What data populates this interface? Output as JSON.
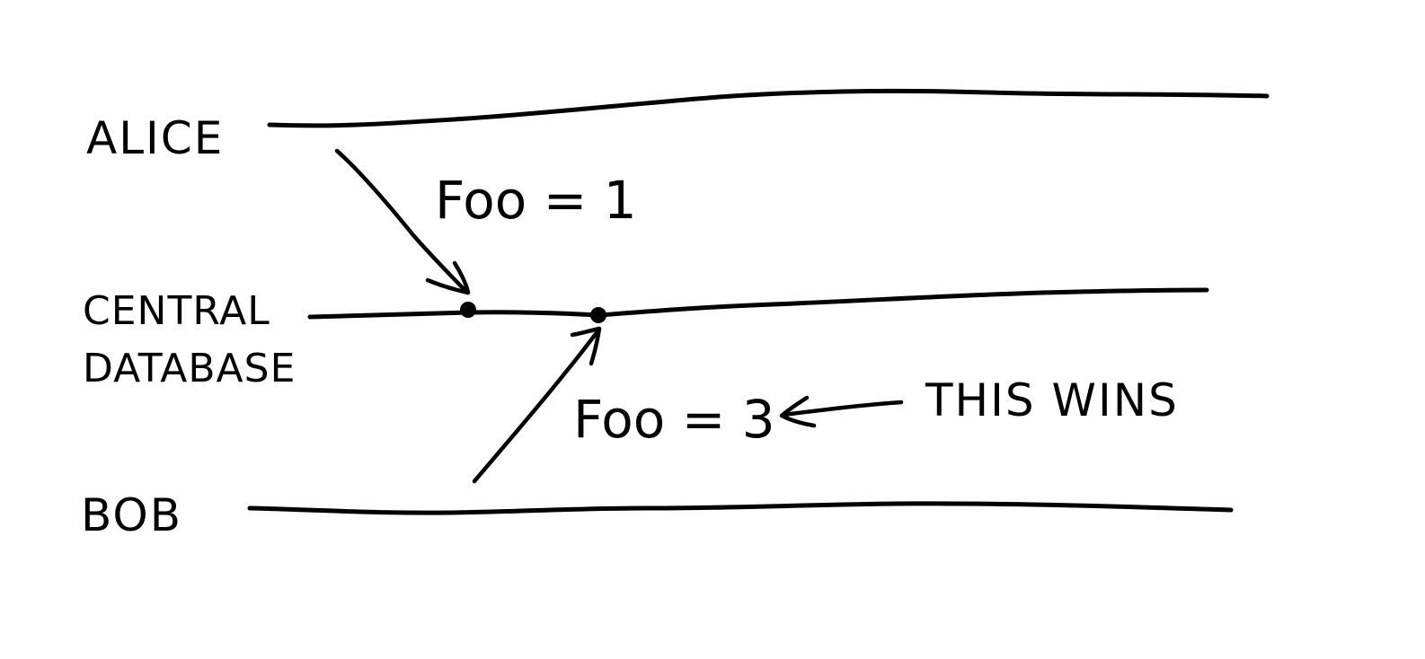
{
  "timelines": [
    {
      "id": "alice",
      "label": "ALICE"
    },
    {
      "id": "central",
      "label_lines": [
        "CENTRAL",
        "DATABASE"
      ]
    },
    {
      "id": "bob",
      "label": "BOB"
    }
  ],
  "writes": [
    {
      "from": "alice",
      "label": "Foo = 1"
    },
    {
      "from": "bob",
      "label": "Foo = 3"
    }
  ],
  "annotation": {
    "text": "THIS WINS",
    "points_to": "Foo = 3"
  },
  "colors": {
    "ink": "#000000",
    "background": "#ffffff"
  }
}
